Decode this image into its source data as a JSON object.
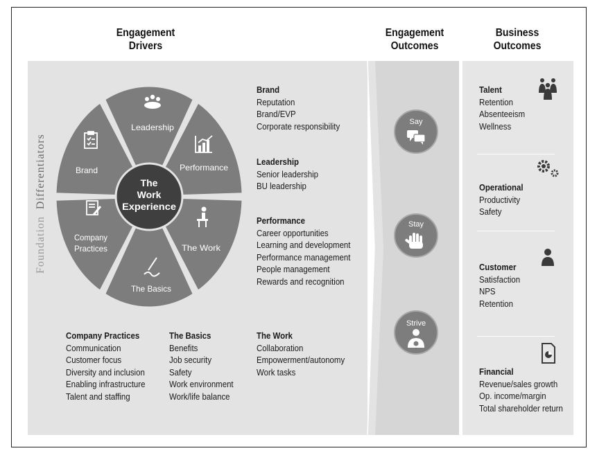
{
  "headers": {
    "drivers": [
      "Engagement",
      "Drivers"
    ],
    "engagement_outcomes": [
      "Engagement",
      "Outcomes"
    ],
    "business_outcomes": [
      "Business",
      "Outcomes"
    ]
  },
  "side_label": {
    "foundation": "Foundation",
    "differentiators": "Differentiators"
  },
  "wheel": {
    "center": [
      "The",
      "Work",
      "Experience"
    ],
    "segments": {
      "leadership": "Leadership",
      "performance": "Performance",
      "the_work": "The Work",
      "the_basics": "The Basics",
      "company_practices": [
        "Company",
        "Practices"
      ],
      "brand": "Brand"
    },
    "colors": {
      "segment": "#7d7d7d",
      "center": "#3f3f3f",
      "panel": "#e3e3e3"
    }
  },
  "drivers_lists": {
    "brand": {
      "title": "Brand",
      "items": [
        "Reputation",
        "Brand/EVP",
        "Corporate responsibility"
      ]
    },
    "leadership": {
      "title": "Leadership",
      "items": [
        "Senior leadership",
        "BU leadership"
      ]
    },
    "performance": {
      "title": "Performance",
      "items": [
        "Career opportunities",
        "Learning and development",
        "Performance management",
        "People management",
        "Rewards and recognition"
      ]
    },
    "company_practices": {
      "title": "Company Practices",
      "items": [
        "Communication",
        "Customer focus",
        "Diversity and inclusion",
        "Enabling infrastructure",
        "Talent and staffing"
      ]
    },
    "the_basics": {
      "title": "The Basics",
      "items": [
        "Benefits",
        "Job security",
        "Safety",
        "Work environment",
        "Work/life balance"
      ]
    },
    "the_work": {
      "title": "The Work",
      "items": [
        "Collaboration",
        "Empowerment/autonomy",
        "Work tasks"
      ]
    }
  },
  "engagement_outcomes": [
    "Say",
    "Stay",
    "Strive"
  ],
  "business_outcomes": {
    "talent": {
      "title": "Talent",
      "items": [
        "Retention",
        "Absenteeism",
        "Wellness"
      ],
      "icon": "people-group-icon"
    },
    "operational": {
      "title": "Operational",
      "items": [
        "Productivity",
        "Safety"
      ],
      "icon": "gears-icon"
    },
    "customer": {
      "title": "Customer",
      "items": [
        "Satisfaction",
        "NPS",
        "Retention"
      ],
      "icon": "person-icon"
    },
    "financial": {
      "title": "Financial",
      "items": [
        "Revenue/sales growth",
        "Op. income/margin",
        "Total shareholder return"
      ],
      "icon": "pie-document-icon"
    }
  }
}
